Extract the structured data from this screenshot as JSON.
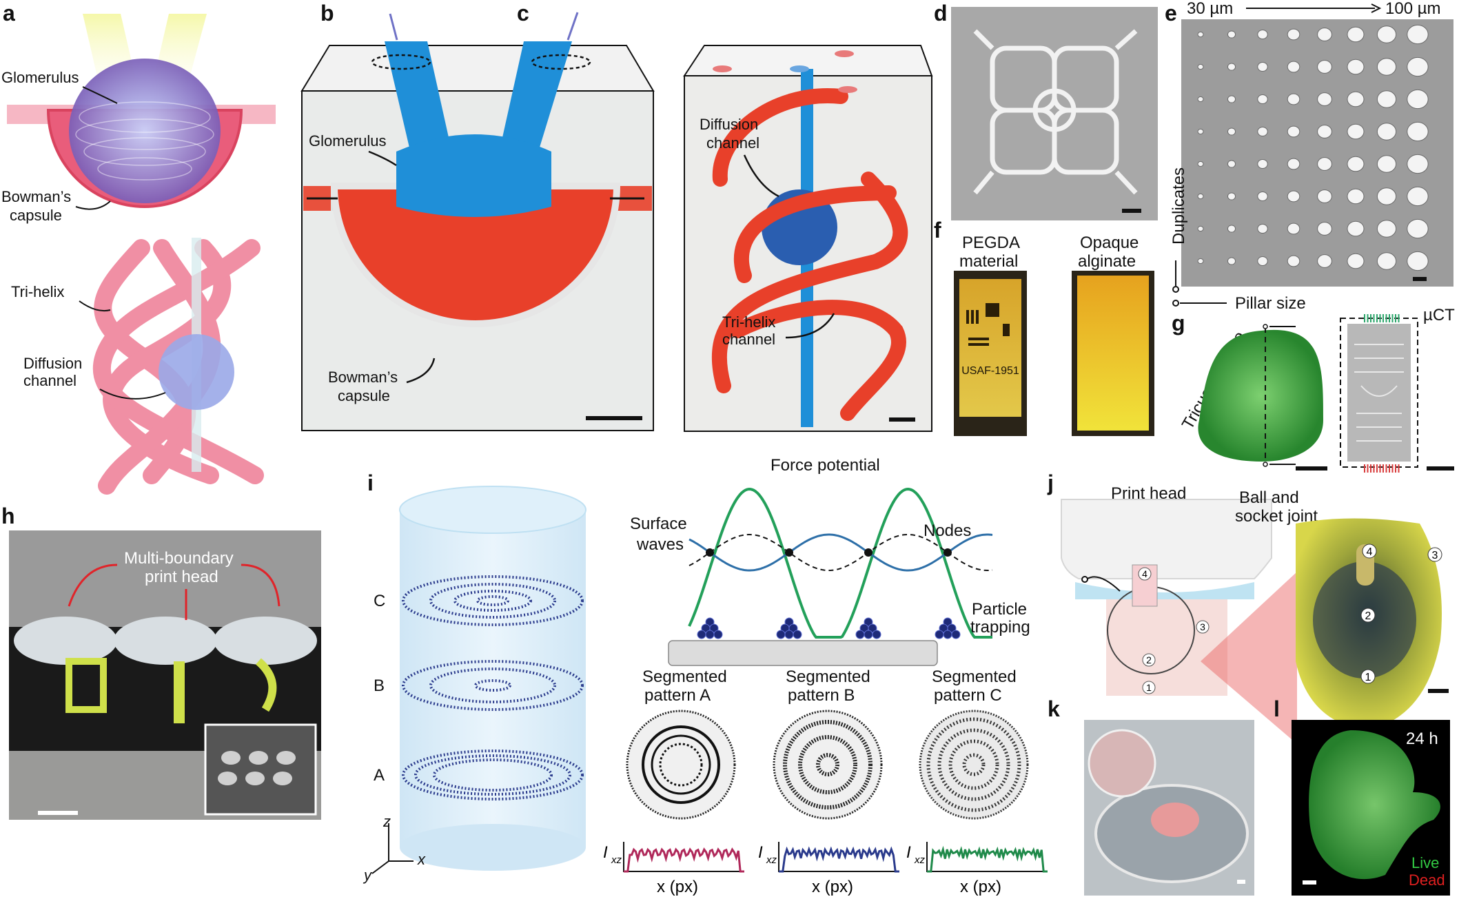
{
  "panels": {
    "a": {
      "letter": "a",
      "glomerulus": "Glomerulus",
      "bowman_1": "Bowman’s",
      "bowman_2": "capsule",
      "trihelix": "Tri-helix",
      "diffusion_1": "Diffusion",
      "diffusion_2": "channel"
    },
    "b": {
      "letter": "b",
      "glomerulus": "Glomerulus",
      "bowman_1": "Bowman’s",
      "bowman_2": "capsule"
    },
    "c": {
      "letter": "c",
      "diffusion_1": "Diffusion",
      "diffusion_2": "channel",
      "trihelix_1": "Tri-helix",
      "trihelix_2": "channel"
    },
    "d": {
      "letter": "d"
    },
    "e": {
      "letter": "e",
      "size_min": "30 µm",
      "size_max": "100 µm",
      "duplicates": "Duplicates",
      "pillar_size": "Pillar size"
    },
    "f": {
      "letter": "f",
      "pegda_1": "PEGDA",
      "pegda_2": "material",
      "alginate_1": "Opaque",
      "alginate_2": "alginate",
      "usaf": "USAF-1951"
    },
    "g": {
      "letter": "g",
      "valve": "Tricuspid valve",
      "uct": "µCT"
    },
    "h": {
      "letter": "h",
      "head_1": "Multi-boundary",
      "head_2": "print head"
    },
    "i": {
      "letter": "i",
      "layer_c": "C",
      "layer_b": "B",
      "layer_a": "A",
      "axis_z": "z",
      "axis_x": "x",
      "axis_y": "y",
      "force": "Force potential",
      "surface_1": "Surface",
      "surface_2": "waves",
      "nodes": "Nodes",
      "trap_1": "Particle",
      "trap_2": "trapping",
      "patterns": [
        {
          "l1": "Segmented",
          "l2": "pattern A"
        },
        {
          "l1": "Segmented",
          "l2": "pattern B"
        },
        {
          "l1": "Segmented",
          "l2": "pattern C"
        }
      ],
      "ylabel": "I",
      "ysub": "xz",
      "xlabel": "x (px)"
    },
    "j": {
      "letter": "j",
      "printhead": "Print head",
      "ball_1": "Ball and",
      "ball_2": "socket joint",
      "n1": "1",
      "n2": "2",
      "n3": "3",
      "n4": "4"
    },
    "k": {
      "letter": "k"
    },
    "l": {
      "letter": "l",
      "time": "24 h",
      "live": "Live",
      "dead": "Dead"
    }
  },
  "colors": {
    "red_print": "#e8402a",
    "blue_dye": "#1f8fd8",
    "pink_helix": "#f08aa0",
    "green_wave": "#23a05a",
    "navy_wave": "#2d6fa8",
    "profile_a": "#b0285a",
    "profile_b": "#2a3a8c",
    "profile_c": "#1f8a4a"
  }
}
